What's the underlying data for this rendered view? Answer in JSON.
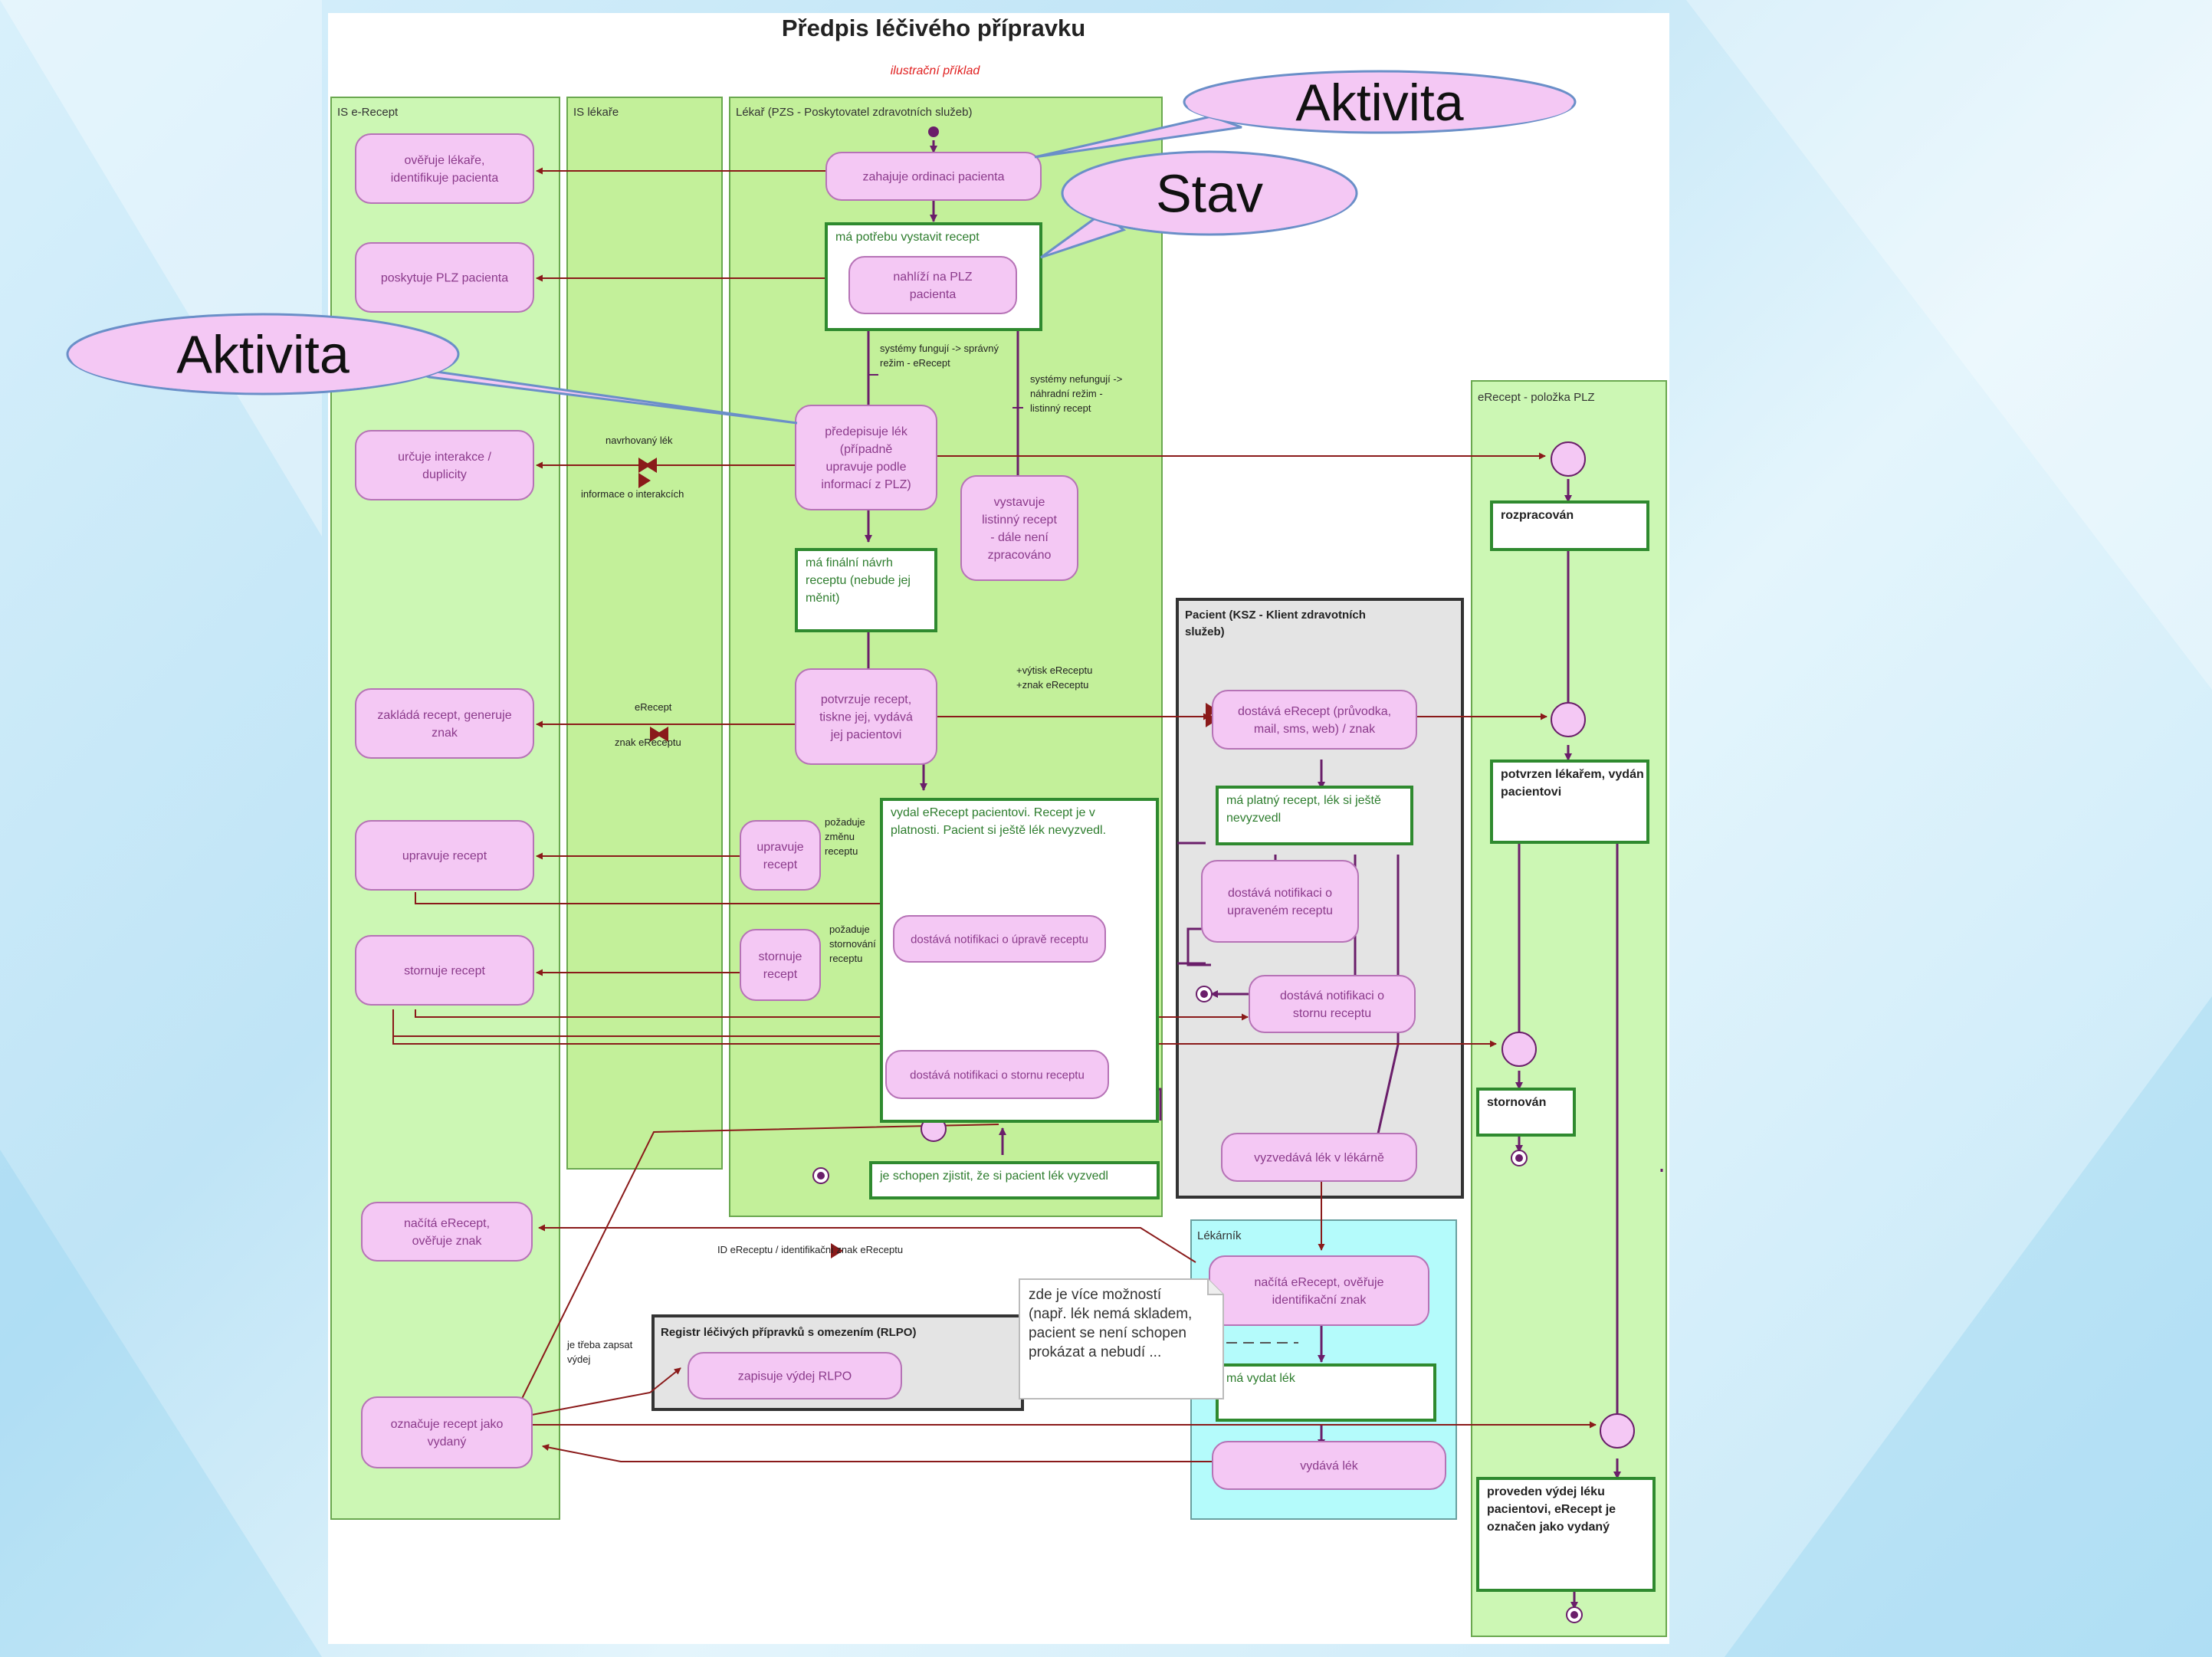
{
  "title": "Předpis léčivého přípravku",
  "subtitle": "ilustrační příklad",
  "callouts": {
    "aktivita_top": "Aktivita",
    "stav": "Stav",
    "aktivita_left": "Aktivita"
  },
  "lanes": {
    "is_erecept": "IS e-Recept",
    "is_lekare": "IS lékaře",
    "lekar": "Lékař (PZS - Poskytovatel zdravotních služeb)",
    "polozka": "eRecept - položka PLZ",
    "pacient": "Pacient (KSZ - Klient zdravotních služeb)",
    "lekarnik": "Lékárník",
    "rlpo": "Registr léčivých přípravků s omezením (RLPO)"
  },
  "activities": {
    "overuje_lekare": "ověřuje lékaře, identifikuje pacienta",
    "poskytuje_plz": "poskytuje PLZ pacienta",
    "urcuje_interakce": "určuje interakce / duplicity",
    "zaklada_recept": "zakládá recept, generuje znak",
    "upravuje_recept_is": "upravuje recept",
    "stornuje_recept_is": "stornuje recept",
    "nacita_erecept_is": "načítá eRecept, ověřuje znak",
    "oznacuje_vydany": "označuje recept jako vydaný",
    "zahajuje_ordinaci": "zahajuje ordinaci pacienta",
    "nahlizi_plz": "nahlíží na PLZ pacienta",
    "predepisuje_lek": "předepisuje lék (případně upravuje podle informací z PLZ)",
    "vystavuje_listinny": "vystavuje listinný recept - dále není zpracováno",
    "potvrzuje_recept": "potvrzuje recept, tiskne jej, vydává jej pacientovi",
    "upravuje_recept_lekar": "upravuje recept",
    "stornuje_recept_lekar": "stornuje recept",
    "notifikace_uprava_lekar": "dostává notifikaci o úpravě receptu",
    "notifikace_storno_lekar": "dostává notifikaci o stornu receptu",
    "dostava_erecept": "dostává eRecept (průvodka, mail, sms, web) / znak",
    "notifikace_uprava_pacient": "dostává notifikaci o upraveném receptu",
    "notifikace_storno_pacient": "dostává notifikaci o stornu receptu",
    "vyzvedava_lek": "vyzvedává lék v lékárně",
    "nacita_erecept_lekarnik": "načítá eRecept, ověřuje identifikační znak",
    "vydava_lek": "vydává lék",
    "zapisuje_vydej": "zapisuje výdej RLPO"
  },
  "states": {
    "ma_potrebu": "má potřebu vystavit recept",
    "financni_navrh": "má finální návrh receptu (nebude jej měnit)",
    "vydal_erecept": "vydal eRecept pacientovi. Recept je v platnosti. Pacient si ještě lék nevyzvedl.",
    "je_schopen": "je schopen zjistit, že si pacient lék vyzvedl",
    "ma_platny": "má platný recept, lék si ještě nevyzvedl",
    "ma_vydat": "má vydat lék",
    "rozpracovan": "rozpracován",
    "potvrzen": "potvrzen lékařem, vydán pacientovi",
    "stornovan": "stornován",
    "proveden": "proveden výdej léku pacientovi, eRecept je označen jako vydaný"
  },
  "labels": {
    "systemy_funguji": "systémy fungují -> správný režim - eRecept",
    "systemy_nefunguji": "systémy nefungují -> náhradní režim - listinný recept",
    "navrhovany_lek": "navrhovaný lék",
    "informace_interakcich": "informace o interakcích",
    "erecept": "eRecept",
    "znak_ereceptu": "znak eReceptu",
    "vytisk_znak": "+výtisk eReceptu +znak eReceptu",
    "pozaduje_zmenu": "požaduje změnu receptu",
    "pozaduje_storno": "požaduje stornování receptu",
    "id_ereceptu": "ID eReceptu / identifikační znak eReceptu",
    "je_treba_zapsat": "je třeba zapsat výdej"
  },
  "note": "zde je více možností (např. lék nemá skladem, pacient se není schopen prokázat a nebudí ...",
  "colors": {
    "activity_fill": "#f4c8f4",
    "activity_stroke": "#b673b6",
    "activity_text": "#8b3a8b",
    "state_stroke": "#2f8a2f",
    "state_text": "#2e7d2e",
    "lane_green": "#ccf7b4",
    "lane_green2": "#c3f09a",
    "lane_gray": "#e4e4e4",
    "lane_cyan": "#b4fbfb",
    "flow_dark": "#6a1e6a",
    "flow_red": "#8a1a1a",
    "callout_fill": "#f4c8f4",
    "callout_stroke": "#6a8fc8",
    "title_color": "#222222",
    "subtitle_color": "#e02020"
  }
}
